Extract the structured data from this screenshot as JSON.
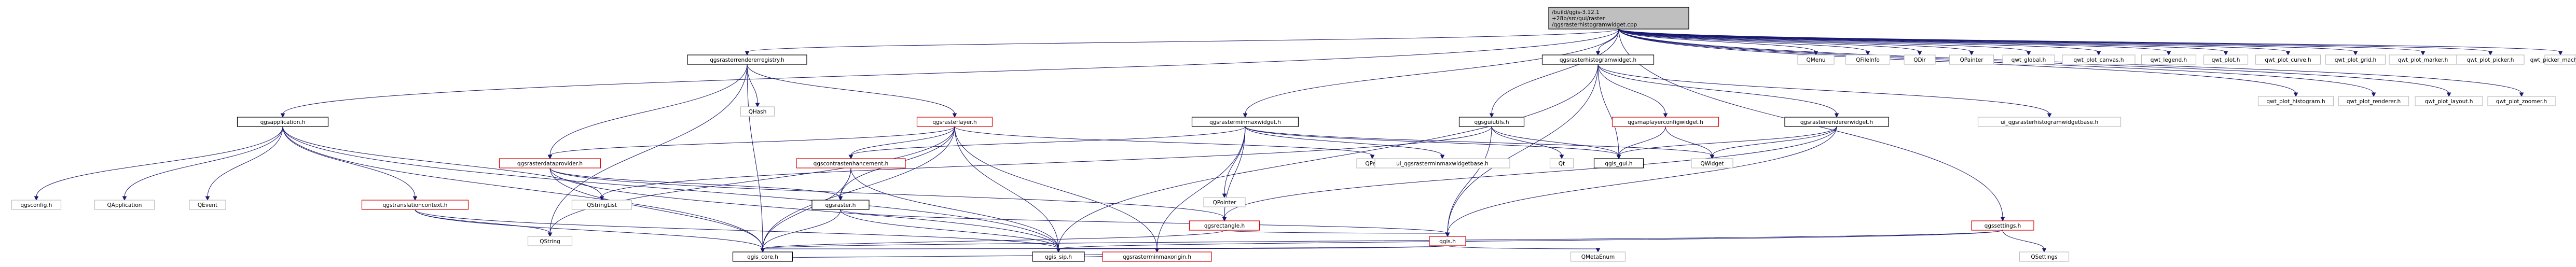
{
  "colors": {
    "edge": "#191970",
    "root_fill": "#bfbfbf",
    "documented_border": "#000000",
    "undocumented_border": "#bfbfbf",
    "incomplete_border": "#d40000"
  },
  "nodes": [
    {
      "id": "root",
      "lines": [
        "/build/qgis-3.12.1",
        "+28b/src/gui/raster",
        "/qgsrasterhistogramwidget.cpp"
      ],
      "style": "root"
    },
    {
      "id": "qgsrasterrendererregistry",
      "lines": [
        "qgsrasterrendererregistry.h"
      ],
      "style": "doc"
    },
    {
      "id": "qgsrasterhistogramwidget_h",
      "lines": [
        "qgsrasterhistogramwidget.h"
      ],
      "style": "doc"
    },
    {
      "id": "QMenu",
      "lines": [
        "QMenu"
      ],
      "style": "plain"
    },
    {
      "id": "QFileInfo",
      "lines": [
        "QFileInfo"
      ],
      "style": "plain"
    },
    {
      "id": "QDir",
      "lines": [
        "QDir"
      ],
      "style": "plain"
    },
    {
      "id": "QPainter",
      "lines": [
        "QPainter"
      ],
      "style": "plain"
    },
    {
      "id": "qwt_global",
      "lines": [
        "qwt_global.h"
      ],
      "style": "plain"
    },
    {
      "id": "qwt_plot_canvas",
      "lines": [
        "qwt_plot_canvas.h"
      ],
      "style": "plain"
    },
    {
      "id": "qwt_legend",
      "lines": [
        "qwt_legend.h"
      ],
      "style": "plain"
    },
    {
      "id": "qwt_plot",
      "lines": [
        "qwt_plot.h"
      ],
      "style": "plain"
    },
    {
      "id": "qwt_plot_curve",
      "lines": [
        "qwt_plot_curve.h"
      ],
      "style": "plain"
    },
    {
      "id": "qwt_plot_grid",
      "lines": [
        "qwt_plot_grid.h"
      ],
      "style": "plain"
    },
    {
      "id": "qwt_plot_marker",
      "lines": [
        "qwt_plot_marker.h"
      ],
      "style": "plain"
    },
    {
      "id": "qwt_plot_picker",
      "lines": [
        "qwt_plot_picker.h"
      ],
      "style": "plain"
    },
    {
      "id": "qwt_picker_machine",
      "lines": [
        "qwt_picker_machine.h"
      ],
      "style": "plain"
    },
    {
      "id": "qwt_plot_zoomer",
      "lines": [
        "qwt_plot_zoomer.h"
      ],
      "style": "plain"
    },
    {
      "id": "qwt_plot_layout",
      "lines": [
        "qwt_plot_layout.h"
      ],
      "style": "plain"
    },
    {
      "id": "qwt_plot_renderer",
      "lines": [
        "qwt_plot_renderer.h"
      ],
      "style": "plain"
    },
    {
      "id": "qwt_plot_histogram",
      "lines": [
        "qwt_plot_histogram.h"
      ],
      "style": "plain"
    },
    {
      "id": "qgsapplication",
      "lines": [
        "qgsapplication.h"
      ],
      "style": "doc"
    },
    {
      "id": "QHash",
      "lines": [
        "QHash"
      ],
      "style": "plain"
    },
    {
      "id": "qgsrasterlayer",
      "lines": [
        "qgsrasterlayer.h"
      ],
      "style": "red"
    },
    {
      "id": "qgsrasterminmaxwidget",
      "lines": [
        "qgsrasterminmaxwidget.h"
      ],
      "style": "doc"
    },
    {
      "id": "qgsguiutils",
      "lines": [
        "qgsguiutils.h"
      ],
      "style": "doc"
    },
    {
      "id": "qgsmaplayerconfigwidget",
      "lines": [
        "qgsmaplayerconfigwidget.h"
      ],
      "style": "red"
    },
    {
      "id": "qgsrasterrendererwidget",
      "lines": [
        "qgsrasterrendererwidget.h"
      ],
      "style": "doc"
    },
    {
      "id": "ui_histogram",
      "lines": [
        "ui_qgsrasterhistogramwidgetbase.h"
      ],
      "style": "plain"
    },
    {
      "id": "QPen",
      "lines": [
        "QPen"
      ],
      "style": "plain"
    },
    {
      "id": "ui_minmax",
      "lines": [
        "ui_qgsrasterminmaxwidgetbase.h"
      ],
      "style": "plain"
    },
    {
      "id": "QPointer",
      "lines": [
        "QPointer"
      ],
      "style": "plain"
    },
    {
      "id": "Qt",
      "lines": [
        "Qt"
      ],
      "style": "plain"
    },
    {
      "id": "qgis_gui",
      "lines": [
        "qgis_gui.h"
      ],
      "style": "doc"
    },
    {
      "id": "QWidget",
      "lines": [
        "QWidget"
      ],
      "style": "plain"
    },
    {
      "id": "qgsrasterdataprovider",
      "lines": [
        "qgsrasterdataprovider.h"
      ],
      "style": "red"
    },
    {
      "id": "qgscontrastenhancement",
      "lines": [
        "qgscontrastenhancement.h"
      ],
      "style": "red"
    },
    {
      "id": "qgsconfig",
      "lines": [
        "qgsconfig.h"
      ],
      "style": "plain"
    },
    {
      "id": "QApplication",
      "lines": [
        "QApplication"
      ],
      "style": "plain"
    },
    {
      "id": "QEvent",
      "lines": [
        "QEvent"
      ],
      "style": "plain"
    },
    {
      "id": "qgstranslationcontext",
      "lines": [
        "qgstranslationcontext.h"
      ],
      "style": "red"
    },
    {
      "id": "QStringList",
      "lines": [
        "QStringList"
      ],
      "style": "plain"
    },
    {
      "id": "qgsraster",
      "lines": [
        "qgsraster.h"
      ],
      "style": "doc"
    },
    {
      "id": "qgsrectangle",
      "lines": [
        "qgsrectangle.h"
      ],
      "style": "red"
    },
    {
      "id": "QString",
      "lines": [
        "QString"
      ],
      "style": "plain"
    },
    {
      "id": "qgis_h",
      "lines": [
        "qgis.h"
      ],
      "style": "red"
    },
    {
      "id": "qgssettings",
      "lines": [
        "qgssettings.h"
      ],
      "style": "red"
    },
    {
      "id": "qgsrasterminmaxorigin",
      "lines": [
        "qgsrasterminmaxorigin.h"
      ],
      "style": "red"
    },
    {
      "id": "qgis_core",
      "lines": [
        "qgis_core.h"
      ],
      "style": "doc"
    },
    {
      "id": "qgis_sip",
      "lines": [
        "qgis_sip.h"
      ],
      "style": "doc"
    },
    {
      "id": "QMetaEnum",
      "lines": [
        "QMetaEnum"
      ],
      "style": "plain"
    },
    {
      "id": "QSettings",
      "lines": [
        "QSettings"
      ],
      "style": "plain"
    }
  ],
  "edges": [
    [
      "root",
      "qgsrasterrendererregistry"
    ],
    [
      "root",
      "qgsrasterhistogramwidget_h"
    ],
    [
      "root",
      "QMenu"
    ],
    [
      "root",
      "QFileInfo"
    ],
    [
      "root",
      "QDir"
    ],
    [
      "root",
      "QPainter"
    ],
    [
      "root",
      "qwt_global"
    ],
    [
      "root",
      "qwt_plot_canvas"
    ],
    [
      "root",
      "qwt_legend"
    ],
    [
      "root",
      "qwt_plot"
    ],
    [
      "root",
      "qwt_plot_curve"
    ],
    [
      "root",
      "qwt_plot_grid"
    ],
    [
      "root",
      "qwt_plot_marker"
    ],
    [
      "root",
      "qwt_plot_picker"
    ],
    [
      "root",
      "qwt_picker_machine"
    ],
    [
      "root",
      "qwt_plot_zoomer"
    ],
    [
      "root",
      "qwt_plot_layout"
    ],
    [
      "root",
      "qwt_plot_renderer"
    ],
    [
      "root",
      "qwt_plot_histogram"
    ],
    [
      "root",
      "qgsrasterminmaxwidget"
    ],
    [
      "root",
      "qgsguiutils"
    ],
    [
      "root",
      "qgssettings"
    ],
    [
      "root",
      "qgsapplication"
    ],
    [
      "qgsrasterrendererregistry",
      "qgsrasterlayer"
    ],
    [
      "qgsrasterrendererregistry",
      "QHash"
    ],
    [
      "qgsrasterrendererregistry",
      "QString"
    ],
    [
      "qgsrasterrendererregistry",
      "qgis_core"
    ],
    [
      "qgsrasterrendererregistry",
      "qgsrasterdataprovider"
    ],
    [
      "qgsrasterhistogramwidget_h",
      "qgsmaplayerconfigwidget"
    ],
    [
      "qgsrasterhistogramwidget_h",
      "qgsrasterrendererwidget"
    ],
    [
      "qgsrasterhistogramwidget_h",
      "ui_histogram"
    ],
    [
      "qgsrasterhistogramwidget_h",
      "qgis_gui"
    ],
    [
      "qgsrasterhistogramwidget_h",
      "qgis_sip"
    ],
    [
      "qgsrasterhistogramwidget_h",
      "qgis_h"
    ],
    [
      "qgsapplication",
      "qgsconfig"
    ],
    [
      "qgsapplication",
      "QApplication"
    ],
    [
      "qgsapplication",
      "QEvent"
    ],
    [
      "qgsapplication",
      "qgstranslationcontext"
    ],
    [
      "qgsapplication",
      "QStringList"
    ],
    [
      "qgsapplication",
      "qgis_core"
    ],
    [
      "qgsapplication",
      "qgis_sip"
    ],
    [
      "qgsrasterlayer",
      "qgsrasterdataprovider"
    ],
    [
      "qgsrasterlayer",
      "qgscontrastenhancement"
    ],
    [
      "qgsrasterlayer",
      "qgsraster"
    ],
    [
      "qgsrasterlayer",
      "QPen"
    ],
    [
      "qgsrasterlayer",
      "qgsrasterminmaxorigin"
    ],
    [
      "qgsrasterlayer",
      "qgis_core"
    ],
    [
      "qgsrasterlayer",
      "qgis_sip"
    ],
    [
      "qgsrasterlayer",
      "QString"
    ],
    [
      "qgsrasterminmaxwidget",
      "ui_minmax"
    ],
    [
      "qgsrasterminmaxwidget",
      "QPointer"
    ],
    [
      "qgsrasterminmaxwidget",
      "qgsrectangle"
    ],
    [
      "qgsrasterminmaxwidget",
      "qgscontrastenhancement"
    ],
    [
      "qgsrasterminmaxwidget",
      "qgsrasterminmaxorigin"
    ],
    [
      "qgsrasterminmaxwidget",
      "qgis_gui"
    ],
    [
      "qgsrasterminmaxwidget",
      "QWidget"
    ],
    [
      "qgsguiutils",
      "Qt"
    ],
    [
      "qgsguiutils",
      "qgis_gui"
    ],
    [
      "qgsguiutils",
      "QStringList"
    ],
    [
      "qgsguiutils",
      "qgis_h"
    ],
    [
      "qgsmaplayerconfigwidget",
      "qgis_gui"
    ],
    [
      "qgsmaplayerconfigwidget",
      "QWidget"
    ],
    [
      "qgsrasterrendererwidget",
      "qgis_gui"
    ],
    [
      "qgsrasterrendererwidget",
      "QWidget"
    ],
    [
      "qgsrasterrendererwidget",
      "qgsrectangle"
    ],
    [
      "qgsrasterrendererwidget",
      "qgis_h"
    ],
    [
      "qgsrasterdataprovider",
      "qgsraster"
    ],
    [
      "qgsrasterdataprovider",
      "qgsrectangle"
    ],
    [
      "qgsrasterdataprovider",
      "qgis_core"
    ],
    [
      "qgsrasterdataprovider",
      "qgis_sip"
    ],
    [
      "qgscontrastenhancement",
      "qgsraster"
    ],
    [
      "qgscontrastenhancement",
      "qgis_core"
    ],
    [
      "qgscontrastenhancement",
      "qgis_sip"
    ],
    [
      "qgstranslationcontext",
      "QString"
    ],
    [
      "qgstranslationcontext",
      "qgis_core"
    ],
    [
      "qgstranslationcontext",
      "qgis_sip"
    ],
    [
      "qgsraster",
      "qgis_h"
    ],
    [
      "qgsraster",
      "qgis_core"
    ],
    [
      "qgsraster",
      "qgis_sip"
    ],
    [
      "qgsrectangle",
      "qgis_h"
    ],
    [
      "qgsrectangle",
      "qgis_core"
    ],
    [
      "qgis_h",
      "qgis_core"
    ],
    [
      "qgis_h",
      "qgis_sip"
    ],
    [
      "qgis_h",
      "QMetaEnum"
    ],
    [
      "qgssettings",
      "qgis_core"
    ],
    [
      "qgssettings",
      "qgis_sip"
    ],
    [
      "qgssettings",
      "QSettings"
    ],
    [
      "qgsrasterminmaxorigin",
      "qgis_core"
    ],
    [
      "qgsrasterminmaxorigin",
      "qgis_sip"
    ]
  ]
}
